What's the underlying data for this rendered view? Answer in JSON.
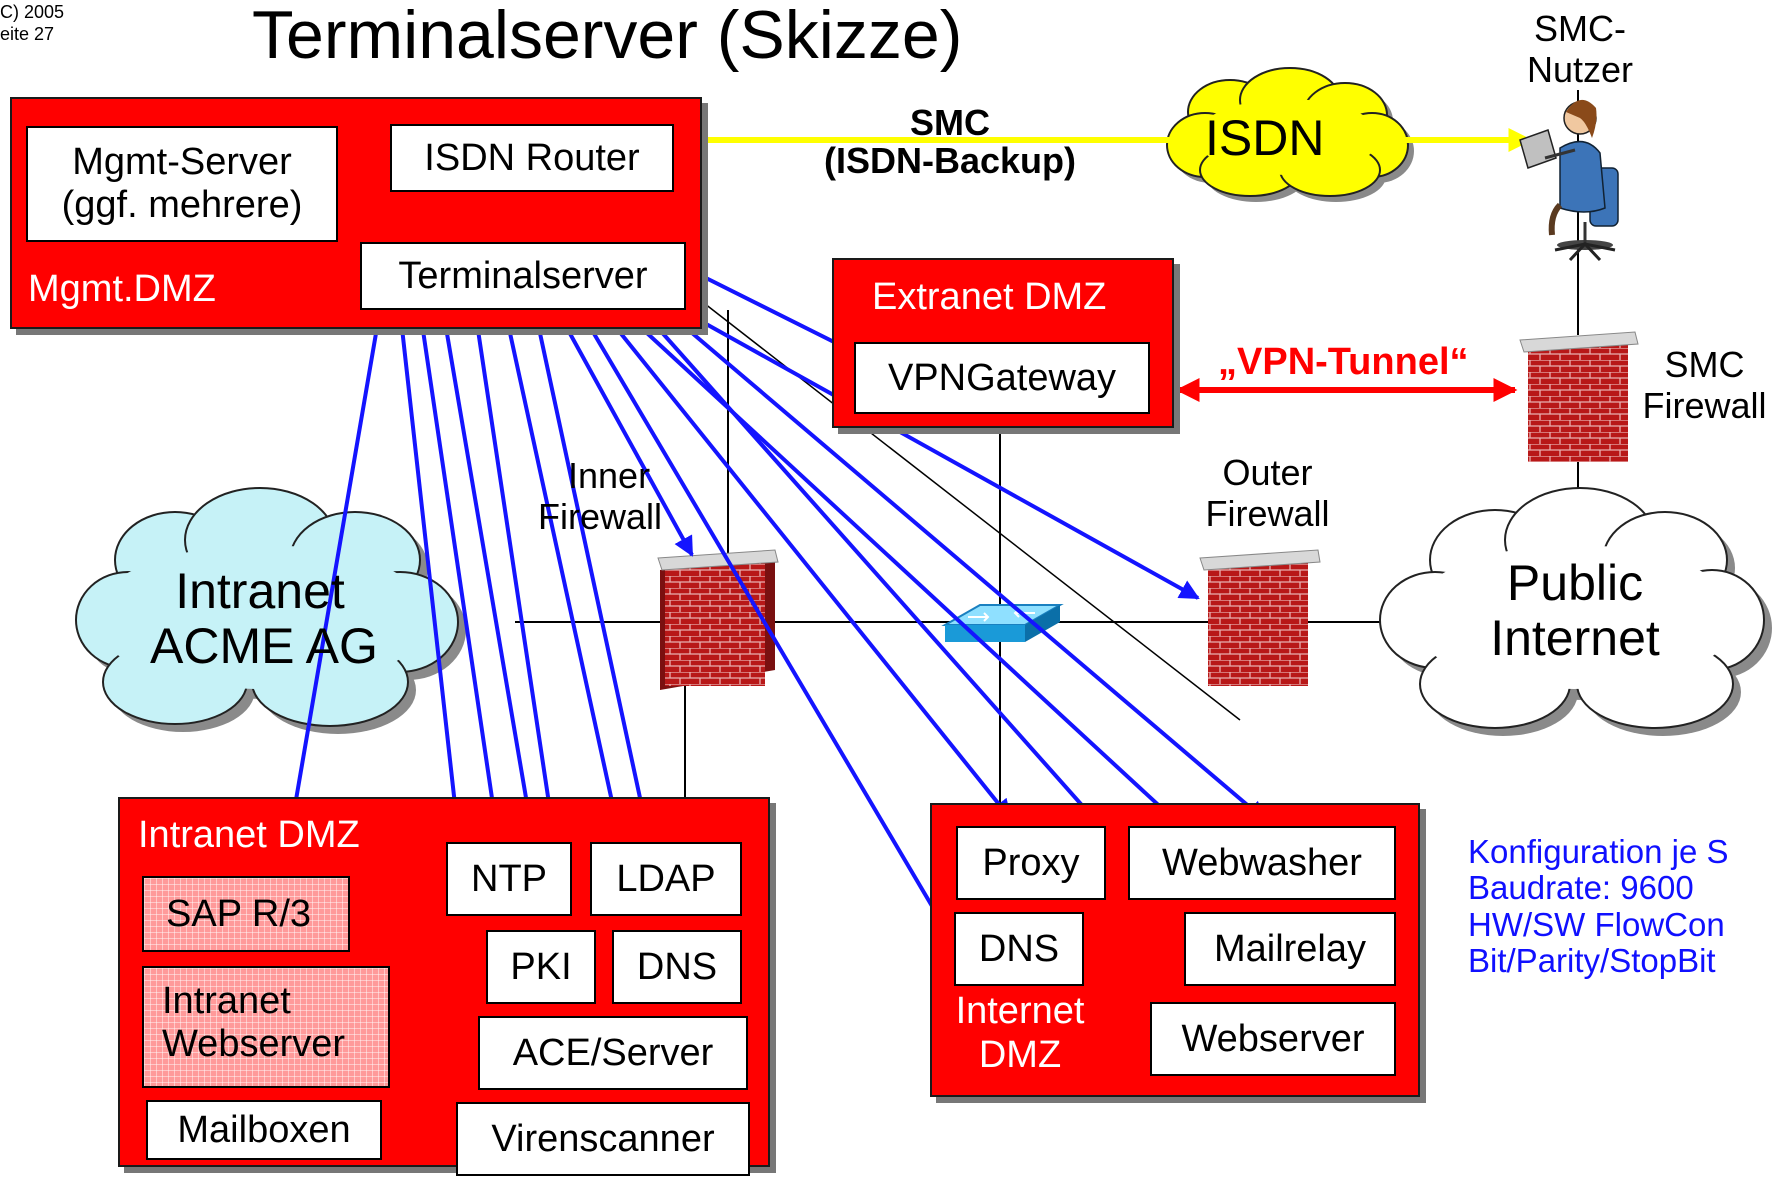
{
  "corner_note": {
    "line1": "C) 2005",
    "line2": "eite 27"
  },
  "title": "Terminalserver (Skizze)",
  "mgmt_dmz": {
    "label": "Mgmt.DMZ",
    "mgmt_server": {
      "line1": "Mgmt-Server",
      "line2": "(ggf. mehrere)"
    },
    "isdn_router": "ISDN Router",
    "terminalserver": "Terminalserver"
  },
  "smc_link": {
    "line1": "SMC",
    "line2": "(ISDN-Backup)"
  },
  "isdn_cloud": "ISDN",
  "smc_user": {
    "line1": "SMC-",
    "line2": "Nutzer"
  },
  "extranet_dmz": {
    "label": "Extranet DMZ",
    "vpn_gateway": "VPNGateway"
  },
  "vpn_tunnel": "„VPN-Tunnel“",
  "smc_firewall": {
    "line1": "SMC",
    "line2": "Firewall"
  },
  "inner_firewall": {
    "line1": "Inner",
    "line2": "Firewall"
  },
  "outer_firewall": {
    "line1": "Outer",
    "line2": "Firewall"
  },
  "intranet_cloud": {
    "line1": "Intranet",
    "line2": "ACME AG"
  },
  "public_cloud": {
    "line1": "Public",
    "line2": "Internet"
  },
  "intranet_dmz": {
    "label": "Intranet DMZ",
    "sap": "SAP R/3",
    "intranet_webserver": {
      "line1": "Intranet",
      "line2": "Webserver"
    },
    "mailboxen": "Mailboxen",
    "ntp": "NTP",
    "ldap": "LDAP",
    "pki": "PKI",
    "dns": "DNS",
    "ace_server": "ACE/Server",
    "virenscanner": "Virenscanner"
  },
  "internet_dmz": {
    "label_line1": "Internet",
    "label_line2": "DMZ",
    "proxy": "Proxy",
    "webwasher": "Webwasher",
    "dns": "DNS",
    "mailrelay": "Mailrelay",
    "webserver": "Webserver"
  },
  "config_note": {
    "line1": "Konfiguration je S",
    "line2": "Baudrate: 9600",
    "line3": "HW/SW FlowCon",
    "line4": "Bit/Parity/StopBit"
  },
  "colors": {
    "zone_red": "#ff0000",
    "link_blue": "#1414ff",
    "smc_yellow": "#ffff00",
    "tunnel_red": "#ff0000",
    "intranet_cloud": "#c6f2f7",
    "note_blue": "#1010ff"
  }
}
